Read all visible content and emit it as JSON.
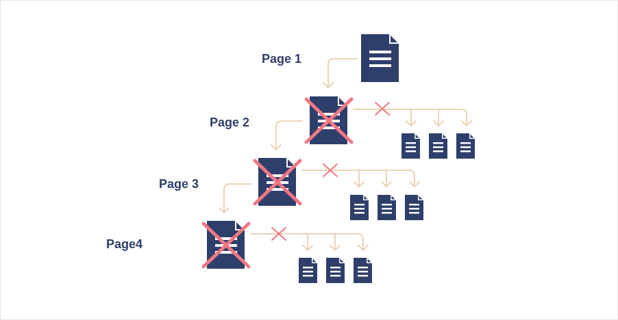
{
  "pages": [
    {
      "label": "Page 1",
      "crossed_out": false,
      "children": []
    },
    {
      "label": "Page 2",
      "crossed_out": true,
      "link_blocked": true,
      "children": 3
    },
    {
      "label": "Page 3",
      "crossed_out": true,
      "link_blocked": true,
      "children": 3
    },
    {
      "label": "Page4",
      "crossed_out": true,
      "link_blocked": true,
      "children": 3
    }
  ],
  "colors": {
    "document": "#2f3f6b",
    "arrow": "#ebd3b5",
    "cross": "#f07884",
    "label": "#2f3f6b",
    "border": "#e4e4e4"
  },
  "icons": {
    "document": "document-icon",
    "cross": "cross-icon"
  }
}
